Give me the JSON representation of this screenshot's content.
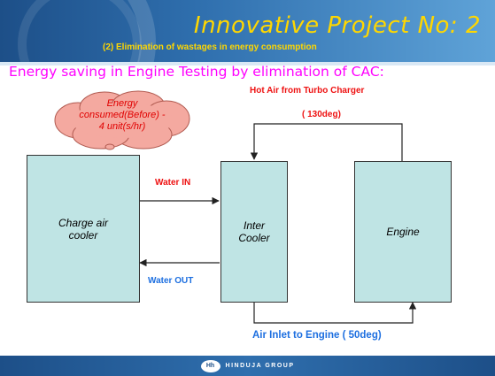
{
  "slide": {
    "title": "Innovative Project No: 2",
    "subtitle": "(2) Elimination of wastages in energy consumption",
    "headline": "Energy saving in Engine Testing by elimination of CAC:"
  },
  "callout": {
    "line1": "Energy",
    "line2": "consumed(Before) -",
    "line3": "4 unit(s/hr)"
  },
  "blocks": {
    "charge_air_cooler": {
      "line1": "Charge air",
      "line2": "cooler"
    },
    "inter_cooler": {
      "line1": "Inter",
      "line2": "Cooler"
    },
    "engine": {
      "line1": "Engine"
    }
  },
  "flows": {
    "hot_air": "Hot Air from Turbo Charger",
    "hot_air_temp": "( 130deg)",
    "water_in": "Water IN",
    "water_out": "Water OUT",
    "air_inlet": "Air Inlet to Engine ( 50deg)"
  },
  "footer": {
    "logo": "Hh",
    "text": "HINDUJA GROUP"
  },
  "colors": {
    "title": "#ffd700",
    "headline": "#ff00ff",
    "red_label": "#ee1111",
    "blue_label": "#1d6fe0",
    "box_fill": "#bfe4e4",
    "cloud_fill": "#f4a9a0"
  }
}
